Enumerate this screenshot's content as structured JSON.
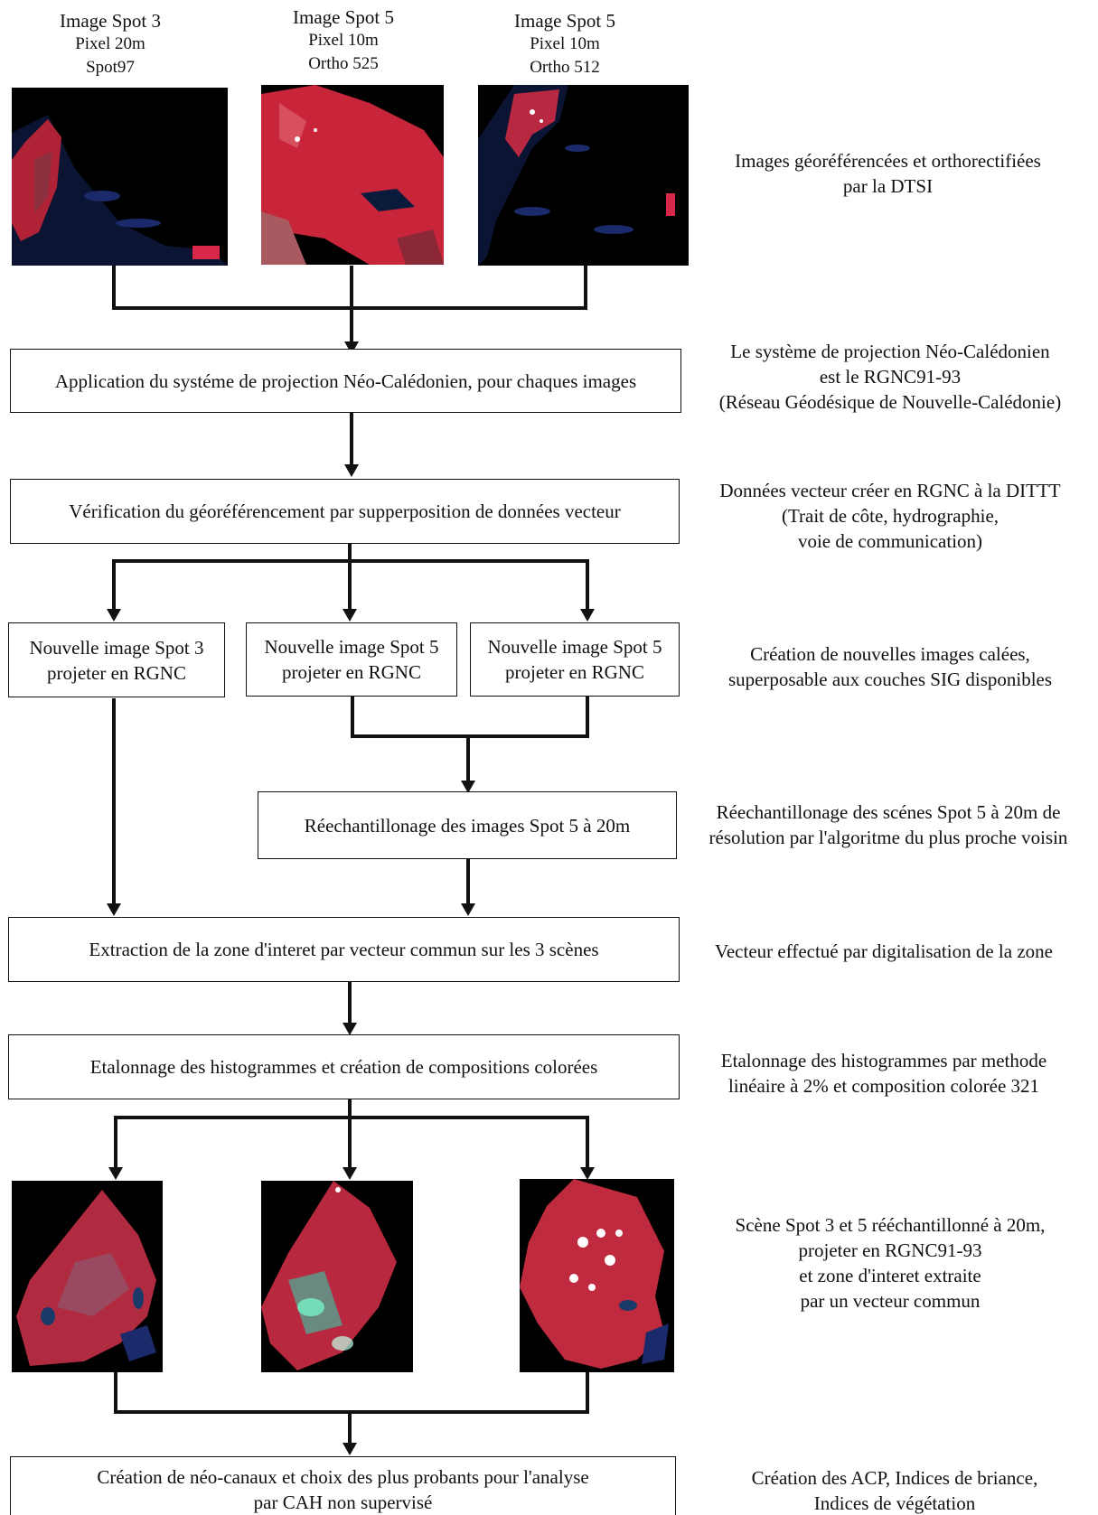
{
  "header_labels": [
    {
      "lines": [
        "Image Spot 3",
        "Pixel 20m",
        "Spot97"
      ]
    },
    {
      "lines": [
        "Image Spot 5",
        "Pixel 10m",
        "Ortho 525"
      ]
    },
    {
      "lines": [
        "Image Spot 5",
        "Pixel 10m",
        "Ortho 512"
      ]
    }
  ],
  "notes": {
    "georef": [
      "Images géoréférencées et orthorectifiées",
      "par la DTSI"
    ],
    "projection": [
      "Le système de projection Néo-Calédonien",
      "est le RGNC91-93",
      "(Réseau Géodésique de Nouvelle-Calédonie)"
    ],
    "vector": [
      "Données vecteur créer en RGNC à la DITTT",
      "(Trait de côte, hydrographie,",
      "voie de communication)"
    ],
    "new_images": [
      "Création de nouvelles images calées,",
      "superposable aux couches SIG disponibles"
    ],
    "resample": [
      "Réechantillonage des scénes Spot 5 à 20m de",
      "résolution par l'algoritme du plus proche voisin"
    ],
    "extraction": [
      "Vecteur effectué par digitalisation de la zone"
    ],
    "etalonnage": [
      "Etalonnage des histogrammes par methode",
      "linéaire à 2% et composition colorée 321"
    ],
    "scenes": [
      "Scène Spot 3 et 5 rééchantillonné à 20m,",
      "projeter en RGNC91-93",
      "et  zone d'interet extraite",
      "par un vecteur commun"
    ],
    "acp": [
      "Création des ACP, Indices de briance,",
      "Indices de végétation"
    ]
  },
  "boxes": {
    "projection": [
      "Application du systéme de projection Néo-Calédonien, pour chaques images"
    ],
    "verification": [
      "Vérification du géoréférencement par supperposition de données vecteur"
    ],
    "spot3": [
      "Nouvelle image Spot 3",
      "projeter en RGNC"
    ],
    "spot5a": [
      "Nouvelle image Spot 5",
      "projeter en RGNC"
    ],
    "spot5b": [
      "Nouvelle image Spot 5",
      "projeter en RGNC"
    ],
    "resample": [
      "Réechantillonage des images Spot 5 à 20m"
    ],
    "extraction": [
      "Extraction de la zone d'interet par vecteur commun sur les 3 scènes"
    ],
    "etalonnage": [
      "Etalonnage des histogrammes et création de compositions colorées"
    ],
    "neo": [
      "Création de néo-canaux et choix des plus probants pour l'analyse",
      "par CAH non supervisé"
    ]
  },
  "colors": {
    "vegetation": "#c8243a",
    "water": "#0a1a3a",
    "cloud": "#ffffff"
  }
}
